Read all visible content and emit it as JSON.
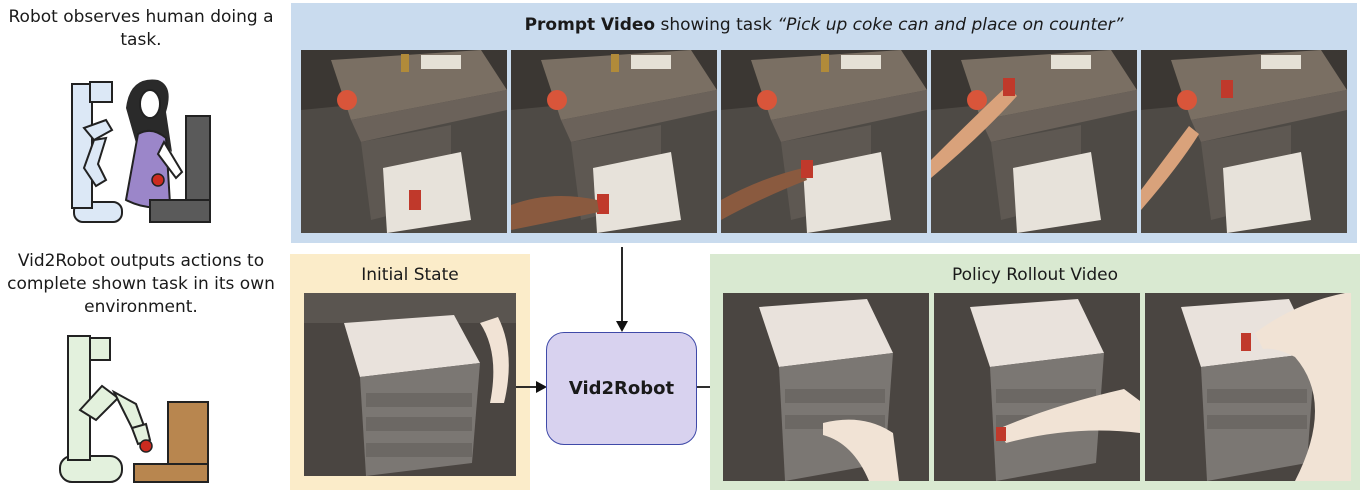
{
  "captions": {
    "observe": "Robot observes human doing a task.",
    "outputs": "Vid2Robot outputs actions to complete shown task in its own environment."
  },
  "prompt": {
    "title_bold": "Prompt Video",
    "title_plain": " showing task ",
    "title_italic": "“Pick up coke can and place on counter”",
    "frame_count": 5
  },
  "initial_state": {
    "title": "Initial State"
  },
  "model": {
    "label": "Vid2Robot"
  },
  "rollout": {
    "title": "Policy Rollout Video",
    "frame_count": 3
  },
  "colors": {
    "prompt_bg": "#c9dbee",
    "initial_bg": "#fbecc9",
    "rollout_bg": "#d9e9d1",
    "model_fill": "#d8d2ef",
    "model_border": "#3f4aa8",
    "human_robot_color": "#dce8f6",
    "output_robot_color": "#e3f1dd",
    "person_dress": "#9b86c9",
    "apple": "#cc2b1f",
    "box_brown": "#b8864f"
  }
}
